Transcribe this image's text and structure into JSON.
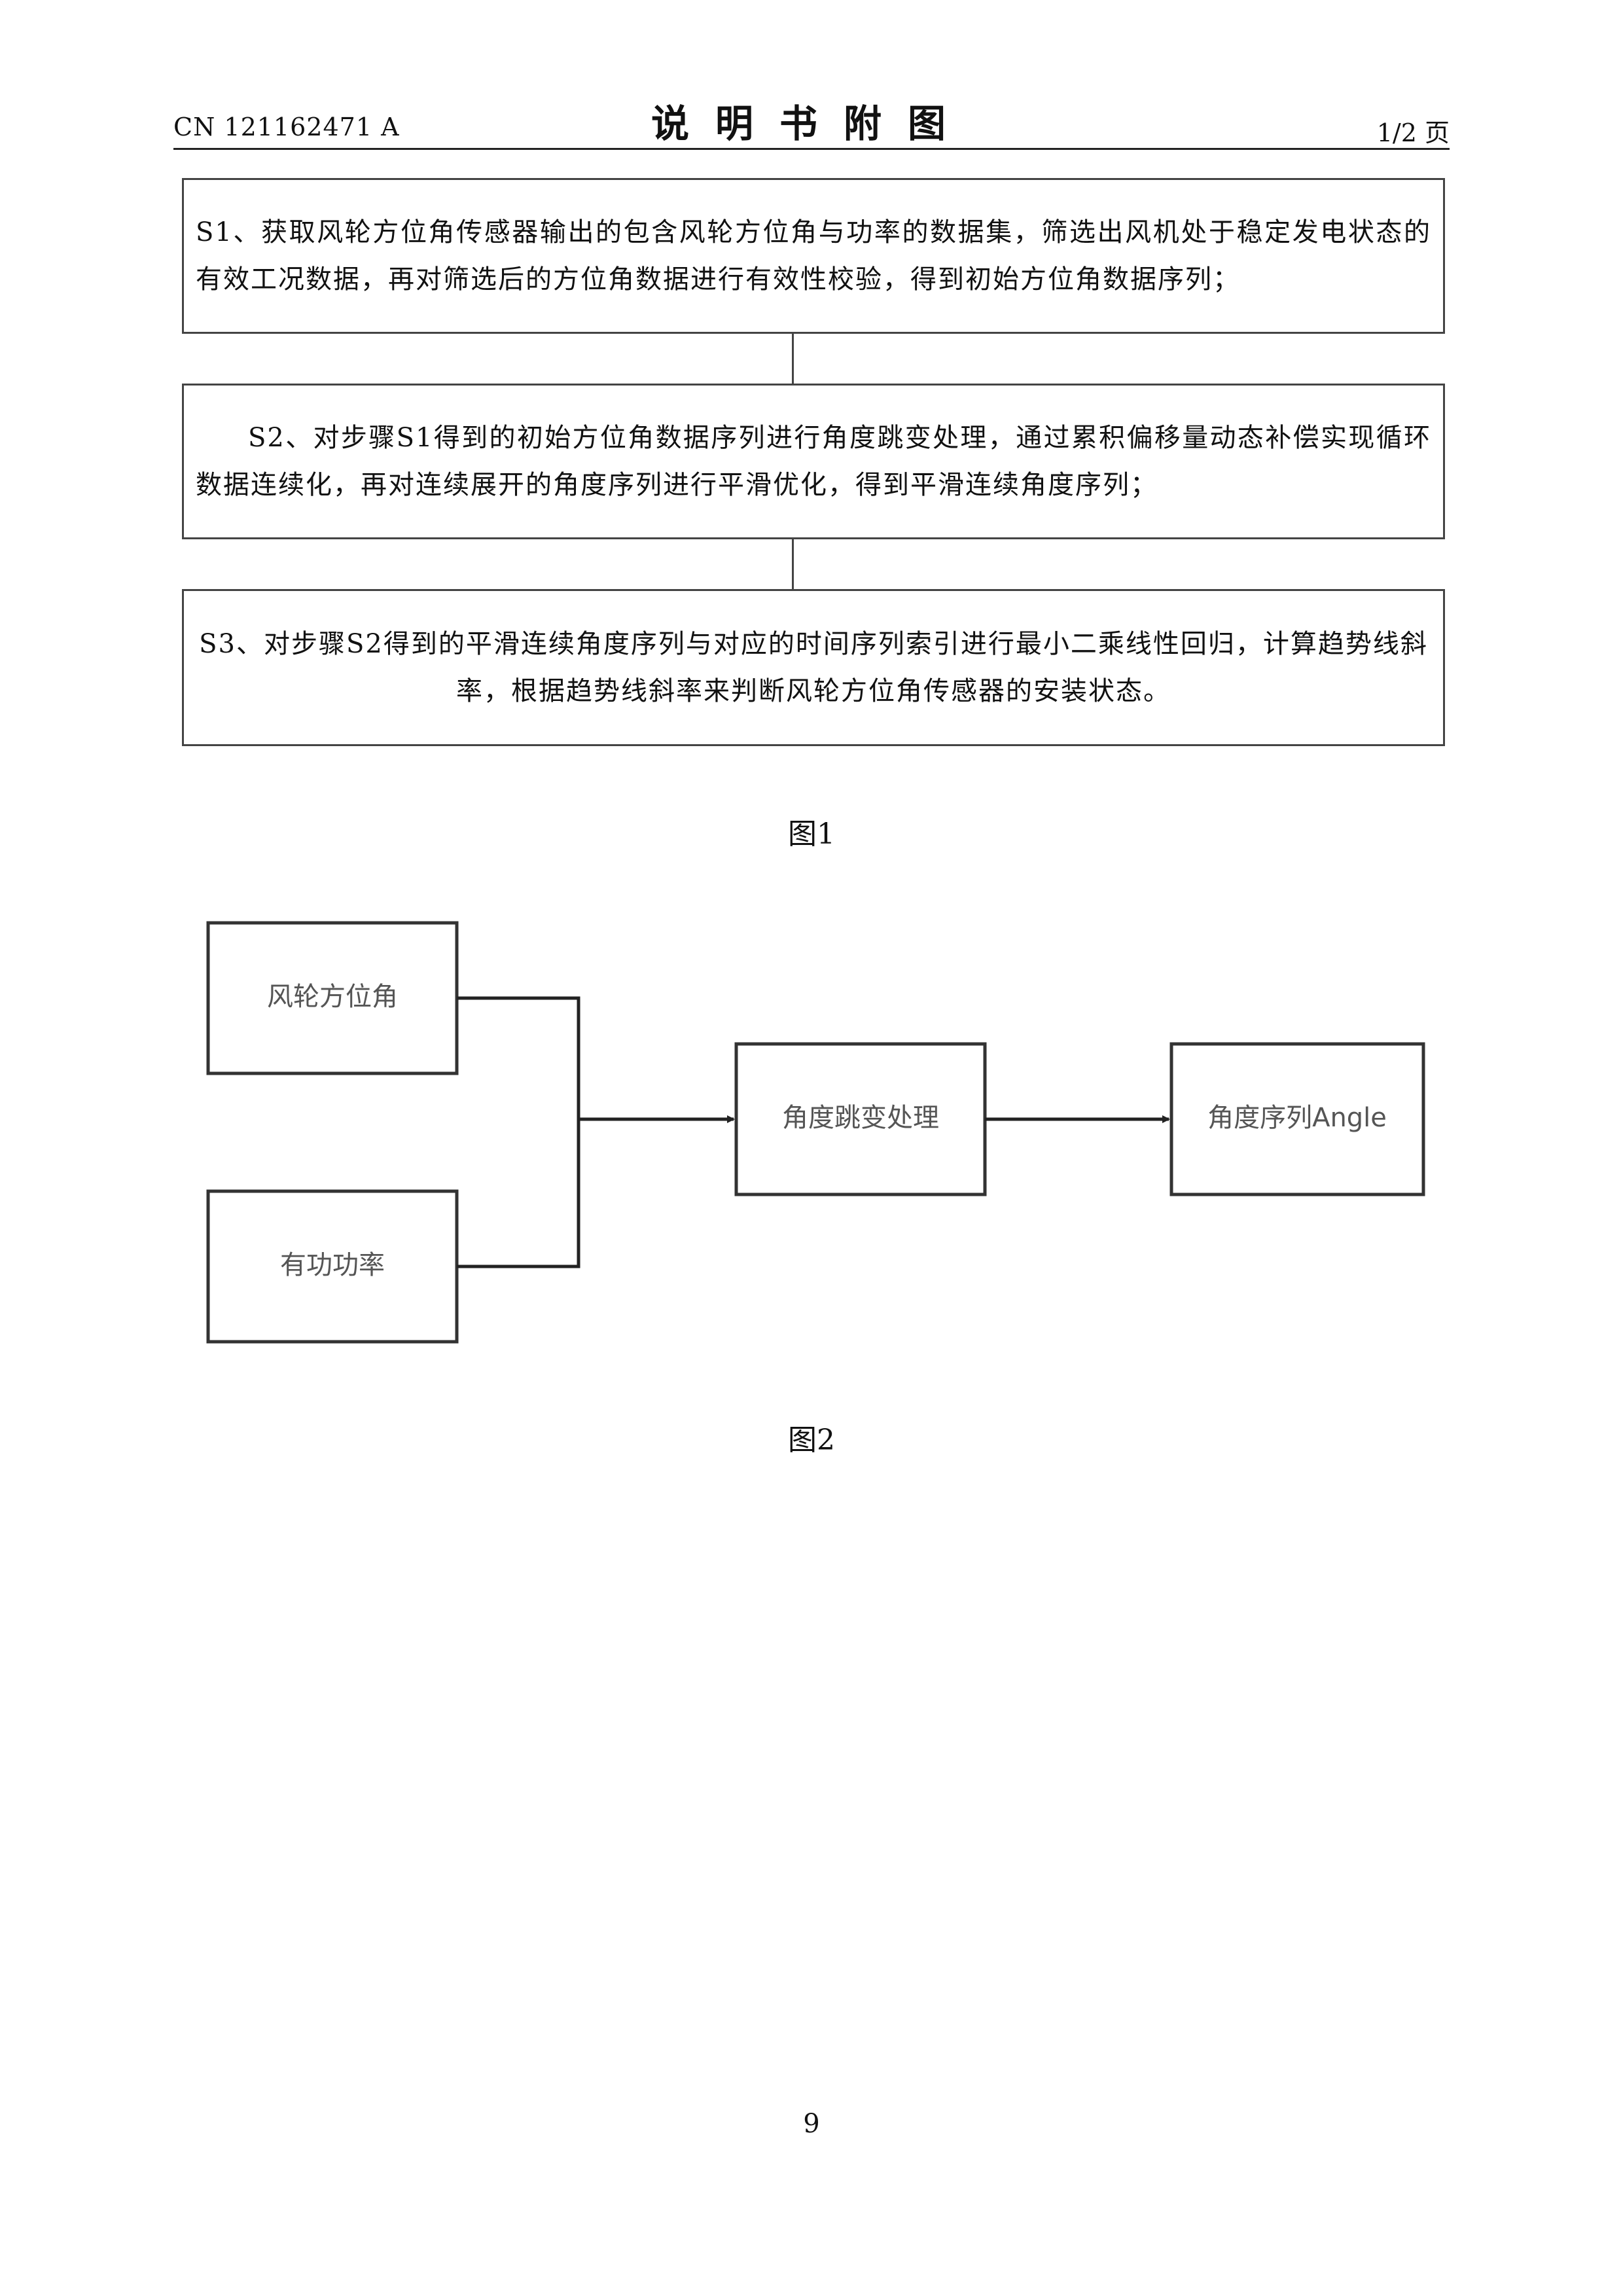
{
  "header": {
    "publication_number": "CN 121162471 A",
    "title": "说明书附图",
    "page_indicator": "1/2 页"
  },
  "figure1": {
    "steps": [
      "S1、获取风轮方位角传感器输出的包含风轮方位角与功率的数据集，筛选出风机处于稳定发电状态的有效工况数据，再对筛选后的方位角数据进行有效性校验，得到初始方位角数据序列；",
      "S2、对步骤S1得到的初始方位角数据序列进行角度跳变处理，通过累积偏移量动态补偿实现循环数据连续化，再对连续展开的角度序列进行平滑优化，得到平滑连续角度序列；",
      "S3、对步骤S2得到的平滑连续角度序列与对应的时间序列索引进行最小二乘线性回归，计算趋势线斜率，根据趋势线斜率来判断风轮方位角传感器的安装状态。"
    ],
    "caption": "图1"
  },
  "figure2": {
    "nodes": {
      "input_azimuth": "风轮方位角",
      "input_power": "有功功率",
      "process": "角度跳变处理",
      "output": "角度序列Angle"
    },
    "caption": "图2"
  },
  "footer": {
    "page_number": "9"
  }
}
